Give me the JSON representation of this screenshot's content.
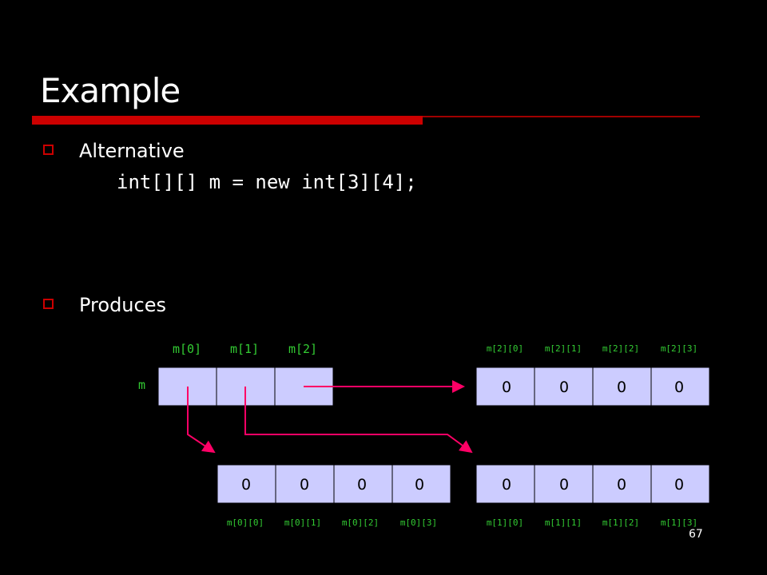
{
  "slide": {
    "title": "Example",
    "page_number": "67"
  },
  "bullets": [
    {
      "text": "Alternative",
      "code": "int[][] m = new int[3][4];"
    },
    {
      "text": "Produces"
    }
  ],
  "diagram": {
    "variable_name": "m",
    "outer_labels": [
      "m[0]",
      "m[1]",
      "m[2]"
    ],
    "rows": [
      {
        "values": [
          "0",
          "0",
          "0",
          "0"
        ],
        "labels": [
          "m[0][0]",
          "m[0][1]",
          "m[0][2]",
          "m[0][3]"
        ]
      },
      {
        "values": [
          "0",
          "0",
          "0",
          "0"
        ],
        "labels": [
          "m[1][0]",
          "m[1][1]",
          "m[1][2]",
          "m[1][3]"
        ]
      },
      {
        "values": [
          "0",
          "0",
          "0",
          "0"
        ],
        "labels": [
          "m[2][0]",
          "m[2][1]",
          "m[2][2]",
          "m[2][3]"
        ]
      }
    ],
    "colors": {
      "cell_fill": "#ccccff",
      "label": "#33cc33",
      "arrow": "#ff0066",
      "accent": "#cc0000"
    }
  }
}
